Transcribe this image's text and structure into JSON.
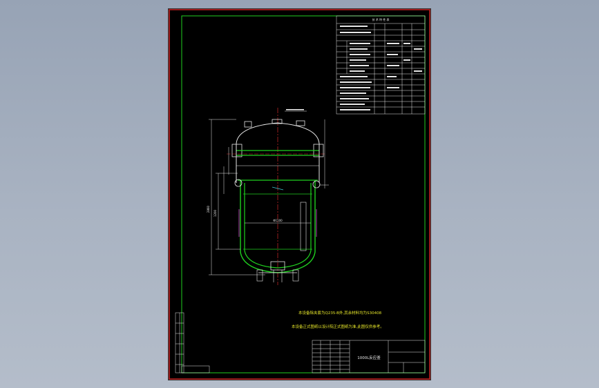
{
  "drawing": {
    "title_block_name": "1000L反应釜",
    "note_line_1": "本设备除夹套为Q235-B外,其余材料均为S30408",
    "note_line_2": "本设备正式图纸以设计院正式图纸为准,此图仅供参考。",
    "top_table_header": "技 术 特 性 表",
    "dimension_labels": [
      "Φ1100",
      "2860",
      "1200"
    ]
  },
  "colors": {
    "background": "#9aa5b6",
    "sheet": "#000000",
    "border_red": "#cc2222",
    "frame_green": "#1fd11f",
    "lines_white": "#e8e8e8",
    "notes_yellow": "#e6e62a",
    "centerline_red": "#d42a2a",
    "accent_magenta": "#d44fd4",
    "accent_cyan": "#3cc8d4"
  }
}
